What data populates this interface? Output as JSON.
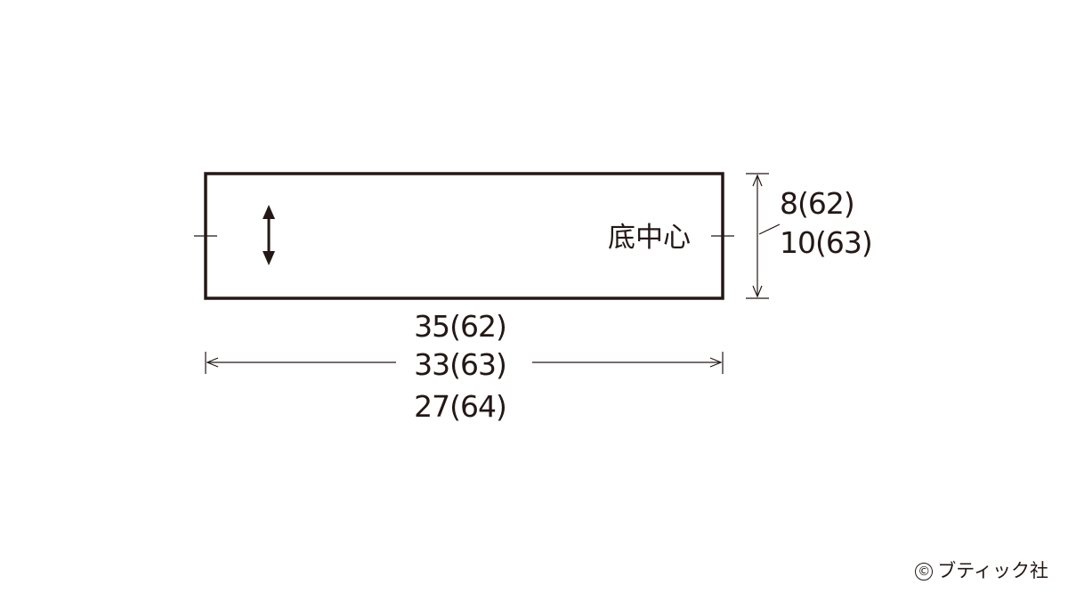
{
  "diagram": {
    "center_label": "底中心",
    "width_dims": [
      "35(62)",
      "33(63)",
      "27(64)"
    ],
    "height_dims": [
      "8(62)",
      "10(63)"
    ]
  },
  "footer": {
    "copyright_symbol": "©",
    "publisher": "ブティック社"
  }
}
